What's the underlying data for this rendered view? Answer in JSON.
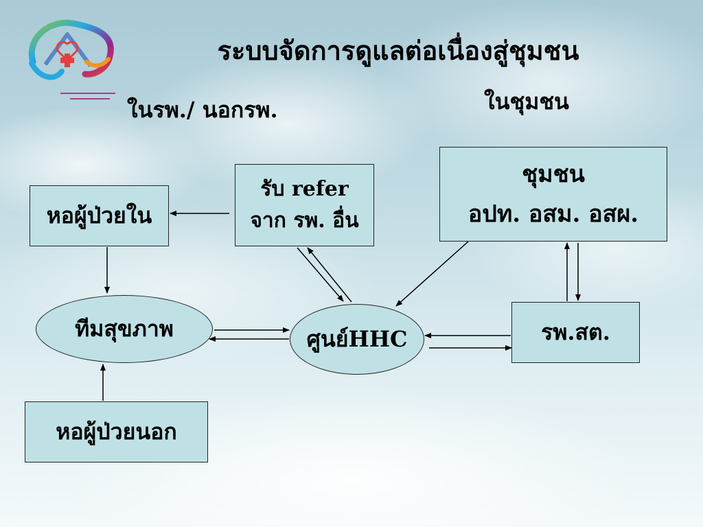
{
  "title": "ระบบจัดการดูแลต่อเนื่องสู่ชุมชน",
  "sections": {
    "left": "ในรพ./ นอกรพ.",
    "right": "ในชุมชน"
  },
  "nodes": {
    "ipd": "หอผู้ป่วยใน",
    "refer": {
      "line1": "รับ refer",
      "line2": "จาก รพ.  อื่น"
    },
    "community": {
      "line1": "ชุมชน",
      "line2": "อปท.  อสม.  อสผ."
    },
    "health_team": "ทีมสุขภาพ",
    "hhc_center": "ศูนย์HHC",
    "rpst": "รพ.สต.",
    "opd": "หอผู้ป่วยนอก"
  },
  "logo": {
    "icon": "hospital-heart-logo",
    "colors": [
      "#e4403c",
      "#27a9e1",
      "#8cc63f",
      "#f7941d",
      "#92278f"
    ]
  },
  "colors": {
    "box_fill": "#bfe1e6",
    "stroke": "#000000"
  }
}
